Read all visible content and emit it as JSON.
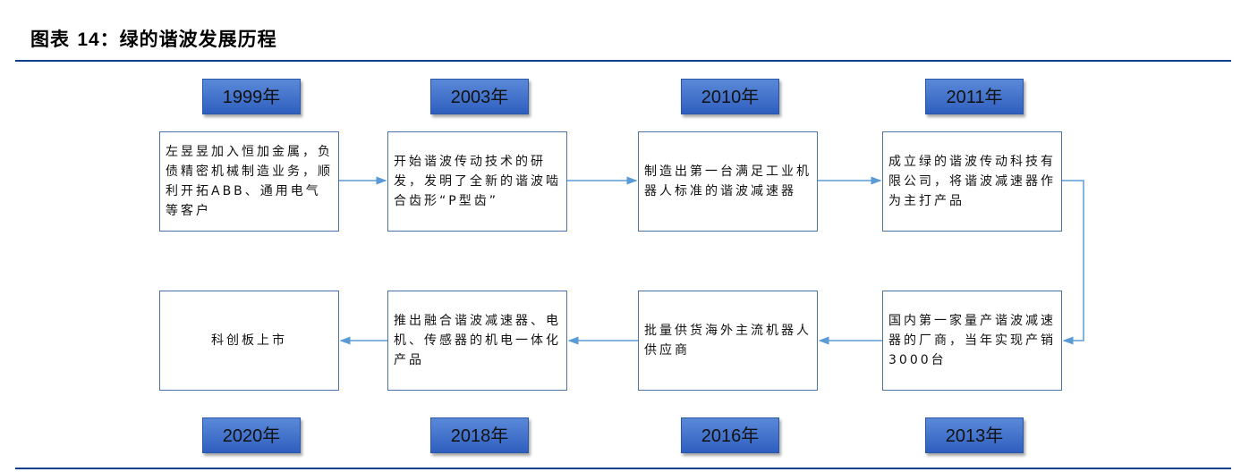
{
  "title": {
    "prefix": "图表 ",
    "number": "14",
    "text": "：绿的谐波发展历程"
  },
  "colors": {
    "rule": "#0b3f8f",
    "year_bg": "#3a6cc9",
    "box_border": "#4e73a6",
    "connector": "#5b9bd5"
  },
  "milestones": [
    {
      "year": "1999年",
      "text": "左昱昱加入恒加金属，负债精密机械制造业务，顺利开拓ABB、通用电气等客户"
    },
    {
      "year": "2003年",
      "text": "开始谐波传动技术的研发，发明了全新的谐波啮合齿形“P型齿”"
    },
    {
      "year": "2010年",
      "text": "制造出第一台满足工业机器人标准的谐波减速器"
    },
    {
      "year": "2011年",
      "text": "成立绿的谐波传动科技有限公司，将谐波减速器作为主打产品"
    },
    {
      "year": "2013年",
      "text": "国内第一家量产谐波减速器的厂商，当年实现产销3000台"
    },
    {
      "year": "2016年",
      "text": "批量供货海外主流机器人供应商"
    },
    {
      "year": "2018年",
      "text": "推出融合谐波减速器、电机、传感器的机电一体化产品"
    },
    {
      "year": "2020年",
      "text": "科创板上市"
    }
  ]
}
